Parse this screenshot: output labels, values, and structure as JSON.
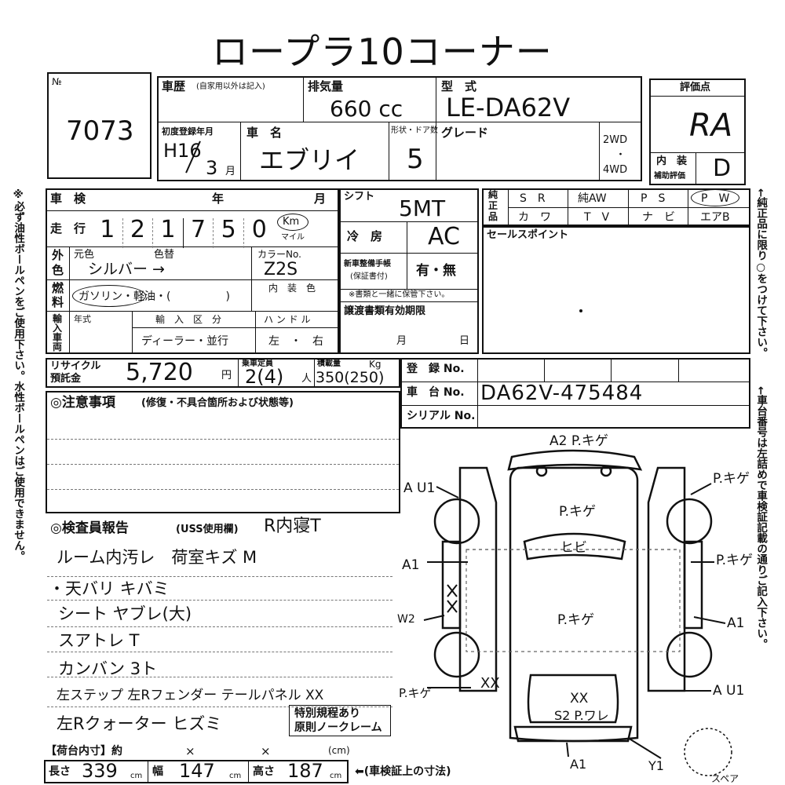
{
  "header": {
    "title": "ロープラ10コーナー"
  },
  "lot": {
    "label": "№",
    "number": "7073"
  },
  "history": {
    "label": "車歴",
    "note": "(自家用以外は記入)"
  },
  "displacement": {
    "label": "排気量",
    "value": "660 cc"
  },
  "model_code": {
    "label": "型　式",
    "value": "LE-DA62V"
  },
  "rating": {
    "label": "評価点",
    "value": "RA"
  },
  "first_reg": {
    "label": "初度登録年月",
    "era_year": "H16",
    "month": "3",
    "month_unit": "月"
  },
  "car_name": {
    "label": "車　名",
    "value": "エブリイ"
  },
  "doors": {
    "label": "形状・ドア数",
    "value": "5"
  },
  "grade": {
    "label": "グレード"
  },
  "drive": {
    "opt1": "2WD",
    "sep": "・",
    "opt2": "4WD"
  },
  "interior_eval": {
    "label1": "内　装",
    "label2": "補助評価",
    "value": "D"
  },
  "inspection": {
    "label": "車　検",
    "year": "年",
    "month": "月"
  },
  "shift": {
    "label": "シフト",
    "value": "5MT"
  },
  "equipment": {
    "label1": "純",
    "label2": "正",
    "label3": "品",
    "row1": [
      "S　R",
      "純AW",
      "P　S",
      "P　W"
    ],
    "row2": [
      "カ　ワ",
      "T　V",
      "ナ　ビ",
      "エアB"
    ]
  },
  "side_left_note": "※必ず油性ボールペンをご使用下さい。水性ボールペンはご使用できません。",
  "side_right_note1": "←純正品に限り○をつけて下さい。",
  "side_right_note2": "←車台番号は左詰めで車検証記載の通りご記入下さい。",
  "mileage": {
    "label": "走　行",
    "digits": [
      "1",
      "2",
      "1",
      "7",
      "5",
      "0"
    ],
    "unit_km": "Km",
    "unit_mile": "マイル"
  },
  "ac": {
    "label": "冷　房",
    "value": "AC"
  },
  "sales_point": {
    "label": "セールスポイント"
  },
  "color": {
    "label1": "外",
    "label2": "色",
    "original_label": "元色",
    "repaint_label": "色替",
    "value": "シルバー →",
    "code_label": "カラーNo.",
    "code_value": "Z2S"
  },
  "maintenance": {
    "label1": "新車整備手帳",
    "label2": "(保証書付)",
    "value": "有・無",
    "note": "※書類と一緒に保管下さい。"
  },
  "fuel": {
    "label1": "燃",
    "label2": "料",
    "options": "ガソリン・軽油・(　　　　　)",
    "interior_color": "内　装　色"
  },
  "import": {
    "label1": "輸",
    "label2": "入",
    "label3": "車",
    "label4": "両",
    "year_label": "年式",
    "class_label": "輸　入　区　分",
    "class_value": "ディーラー・並行",
    "handle_label": "ハ ン ド ル",
    "handle_value": "左　・　右"
  },
  "transfer": {
    "label": "譲渡書類有効期限",
    "month": "月",
    "day": "日"
  },
  "recycle": {
    "label1": "リサイクル",
    "label2": "預託金",
    "value": "5,720",
    "unit": "円"
  },
  "capacity": {
    "label": "乗車定員",
    "value": "2(4)",
    "unit": "人"
  },
  "load": {
    "label": "積載量",
    "value": "350(250)",
    "unit": "Kg"
  },
  "registration": {
    "label": "登　録 No."
  },
  "chassis": {
    "label": "車　台 No.",
    "value": "DA62V-475484"
  },
  "serial": {
    "label": "シリアル No."
  },
  "caution": {
    "label": "◎注意事項",
    "note": "(修復・不具合箇所および状態等)"
  },
  "inspector": {
    "label": "◎検査員報告",
    "note": "(USS使用欄)",
    "header_note": "R内寝T",
    "lines": [
      "ルーム内汚レ　荷室キズ M",
      "・天バリ キバミ",
      "シート ヤブレ(大)",
      "スアトレ T",
      "カンバン 3ト",
      "左ステップ 左Rフェンダー テールパネル XX",
      "左Rクォーター ヒズミ"
    ]
  },
  "special": {
    "line1": "特別規程あり",
    "line2": "原則ノークレーム"
  },
  "cargo": {
    "label": "【荷台内寸】約",
    "x1": "×",
    "x2": "×",
    "unit": "(cm)"
  },
  "dims": {
    "len_label": "長さ",
    "len": "339",
    "wid_label": "幅",
    "wid": "147",
    "hei_label": "高さ",
    "hei": "187",
    "unit": "cm",
    "note": "⬅(車検証上の寸法)"
  },
  "diagram": {
    "marks": {
      "top": "A2 P.キゲ",
      "hood": "P.キゲ",
      "windshield": "ヒビ",
      "roof": "P.キゲ",
      "left_front": "A U1",
      "left_mid": "A1",
      "left_rear": "W2",
      "left_bottom": "P.キゲ",
      "left_bottom_xx": "XX",
      "right_front": "P.キゲ",
      "right_mid": "P.キゲ",
      "right_rear": "A1",
      "right_bottom": "A U1",
      "rear_xx": "XX",
      "rear_s2": "S2 P.ワレ",
      "bottom_a1": "A1",
      "bottom_y1": "Y1",
      "left_xx": "X X"
    },
    "spare": "スペア"
  }
}
